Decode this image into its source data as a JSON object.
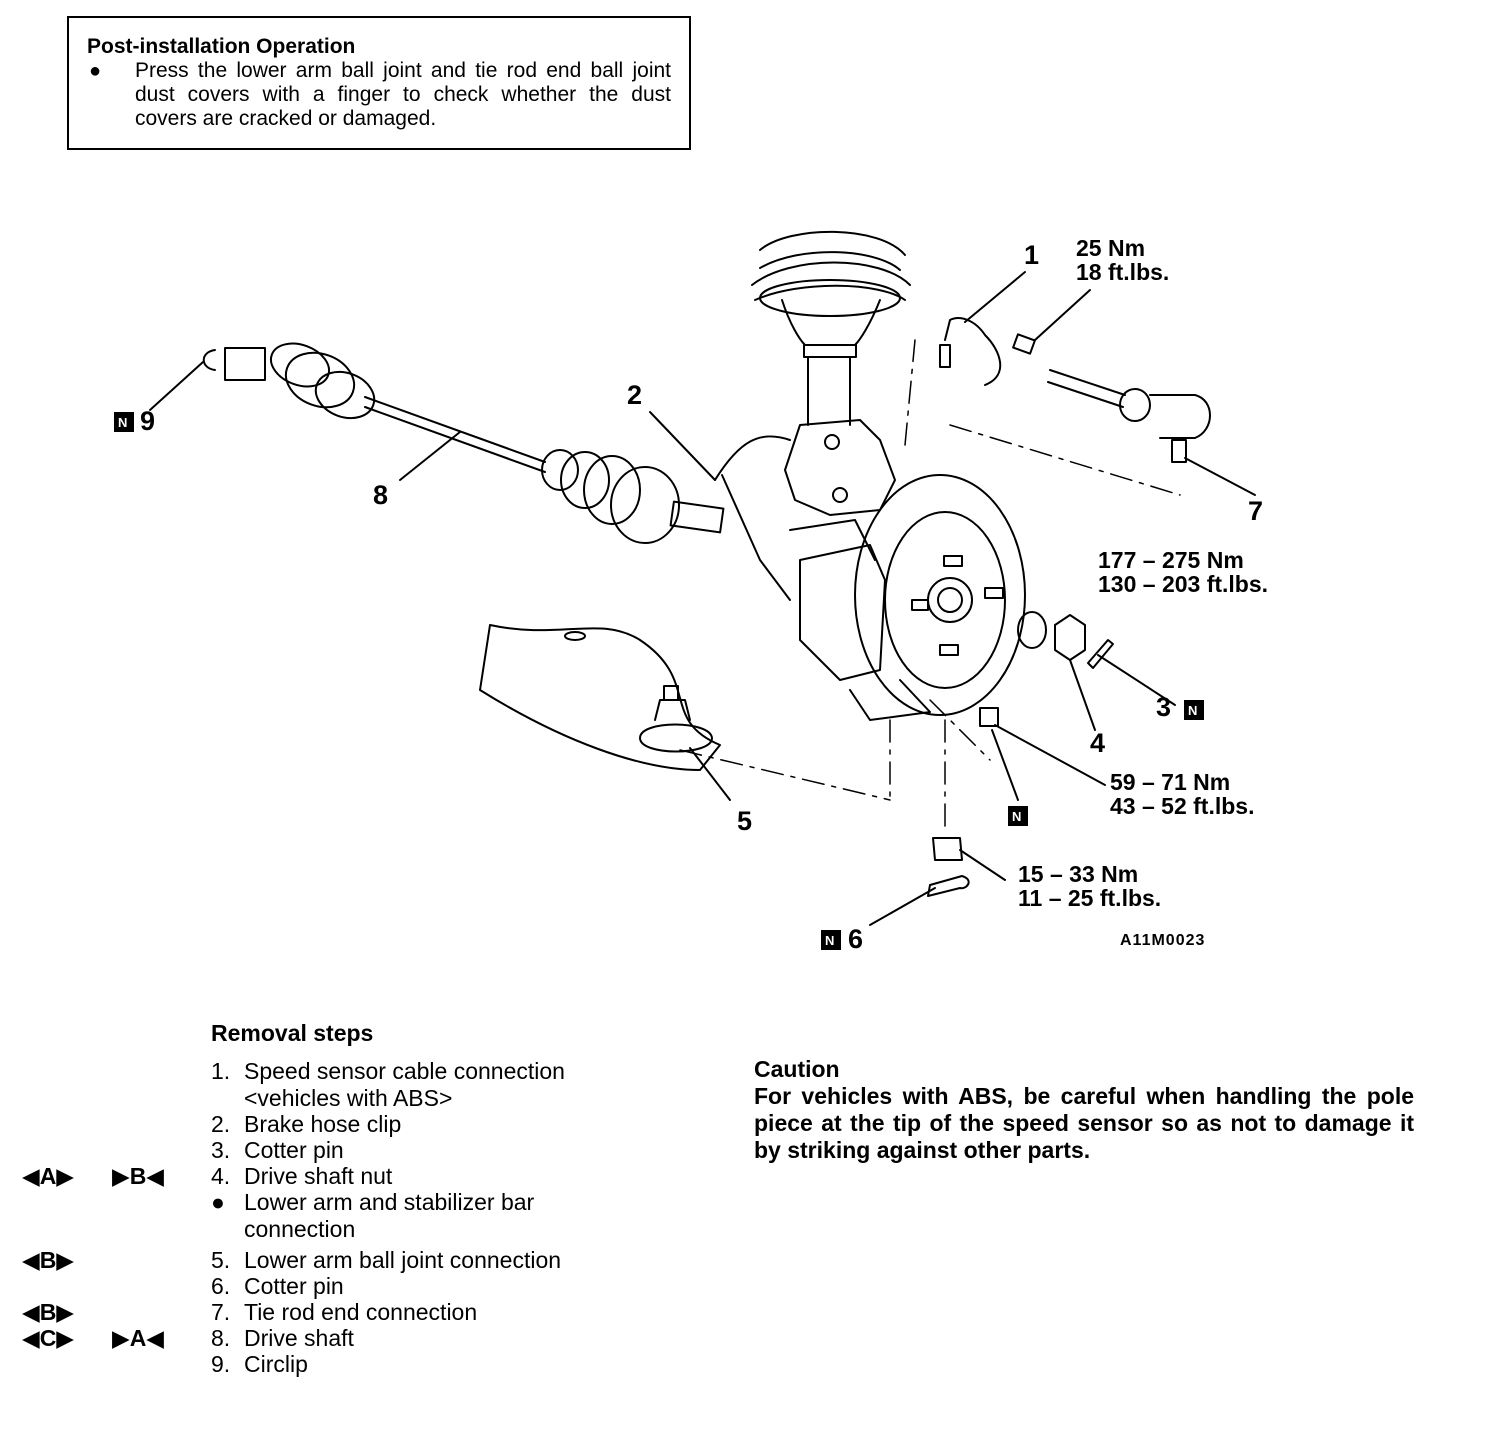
{
  "post_install": {
    "title": "Post-installation Operation",
    "bullet": "●",
    "text": "Press the lower arm ball joint and tie rod end ball joint dust covers with a finger to check whether the dust covers are cracked or damaged."
  },
  "diagram": {
    "callouts": {
      "n1": "1",
      "n2": "2",
      "n3": "3",
      "n4": "4",
      "n5": "5",
      "n6": "6",
      "n7": "7",
      "n8": "8",
      "n9": "9"
    },
    "n_symbol": "N",
    "torques": {
      "t1_nm": "25 Nm",
      "t1_ft": "18 ft.lbs.",
      "t2_nm": "177 – 275 Nm",
      "t2_ft": "130 – 203 ft.lbs.",
      "t3_nm": "59 – 71 Nm",
      "t3_ft": "43 – 52 ft.lbs.",
      "t4_nm": "15 – 33 Nm",
      "t4_ft": "11 – 25 ft.lbs."
    },
    "code": "A11M0023"
  },
  "removal": {
    "title": "Removal steps",
    "steps": [
      {
        "num": "1.",
        "text": "Speed sensor cable connection <vehicles with ABS>",
        "m1": "",
        "m2": ""
      },
      {
        "num": "2.",
        "text": "Brake hose clip",
        "m1": "",
        "m2": ""
      },
      {
        "num": "3.",
        "text": "Cotter pin",
        "m1": "",
        "m2": ""
      },
      {
        "num": "4.",
        "text": "Drive shaft nut",
        "m1": "◀A▶",
        "m2": "▶B◀"
      },
      {
        "num": "●",
        "text": "Lower arm and stabilizer bar connection",
        "m1": "",
        "m2": ""
      },
      {
        "num": "5.",
        "text": "Lower arm ball joint connection",
        "m1": "◀B▶",
        "m2": ""
      },
      {
        "num": "6.",
        "text": "Cotter pin",
        "m1": "",
        "m2": ""
      },
      {
        "num": "7.",
        "text": "Tie rod end connection",
        "m1": "◀B▶",
        "m2": ""
      },
      {
        "num": "8.",
        "text": "Drive shaft",
        "m1": "◀C▶",
        "m2": "▶A◀"
      },
      {
        "num": "9.",
        "text": "Circlip",
        "m1": "",
        "m2": ""
      }
    ]
  },
  "caution": {
    "title": "Caution",
    "text": "For vehicles with ABS, be careful when handling the pole piece at the tip of the speed sensor so as not to damage it by striking against other parts."
  }
}
